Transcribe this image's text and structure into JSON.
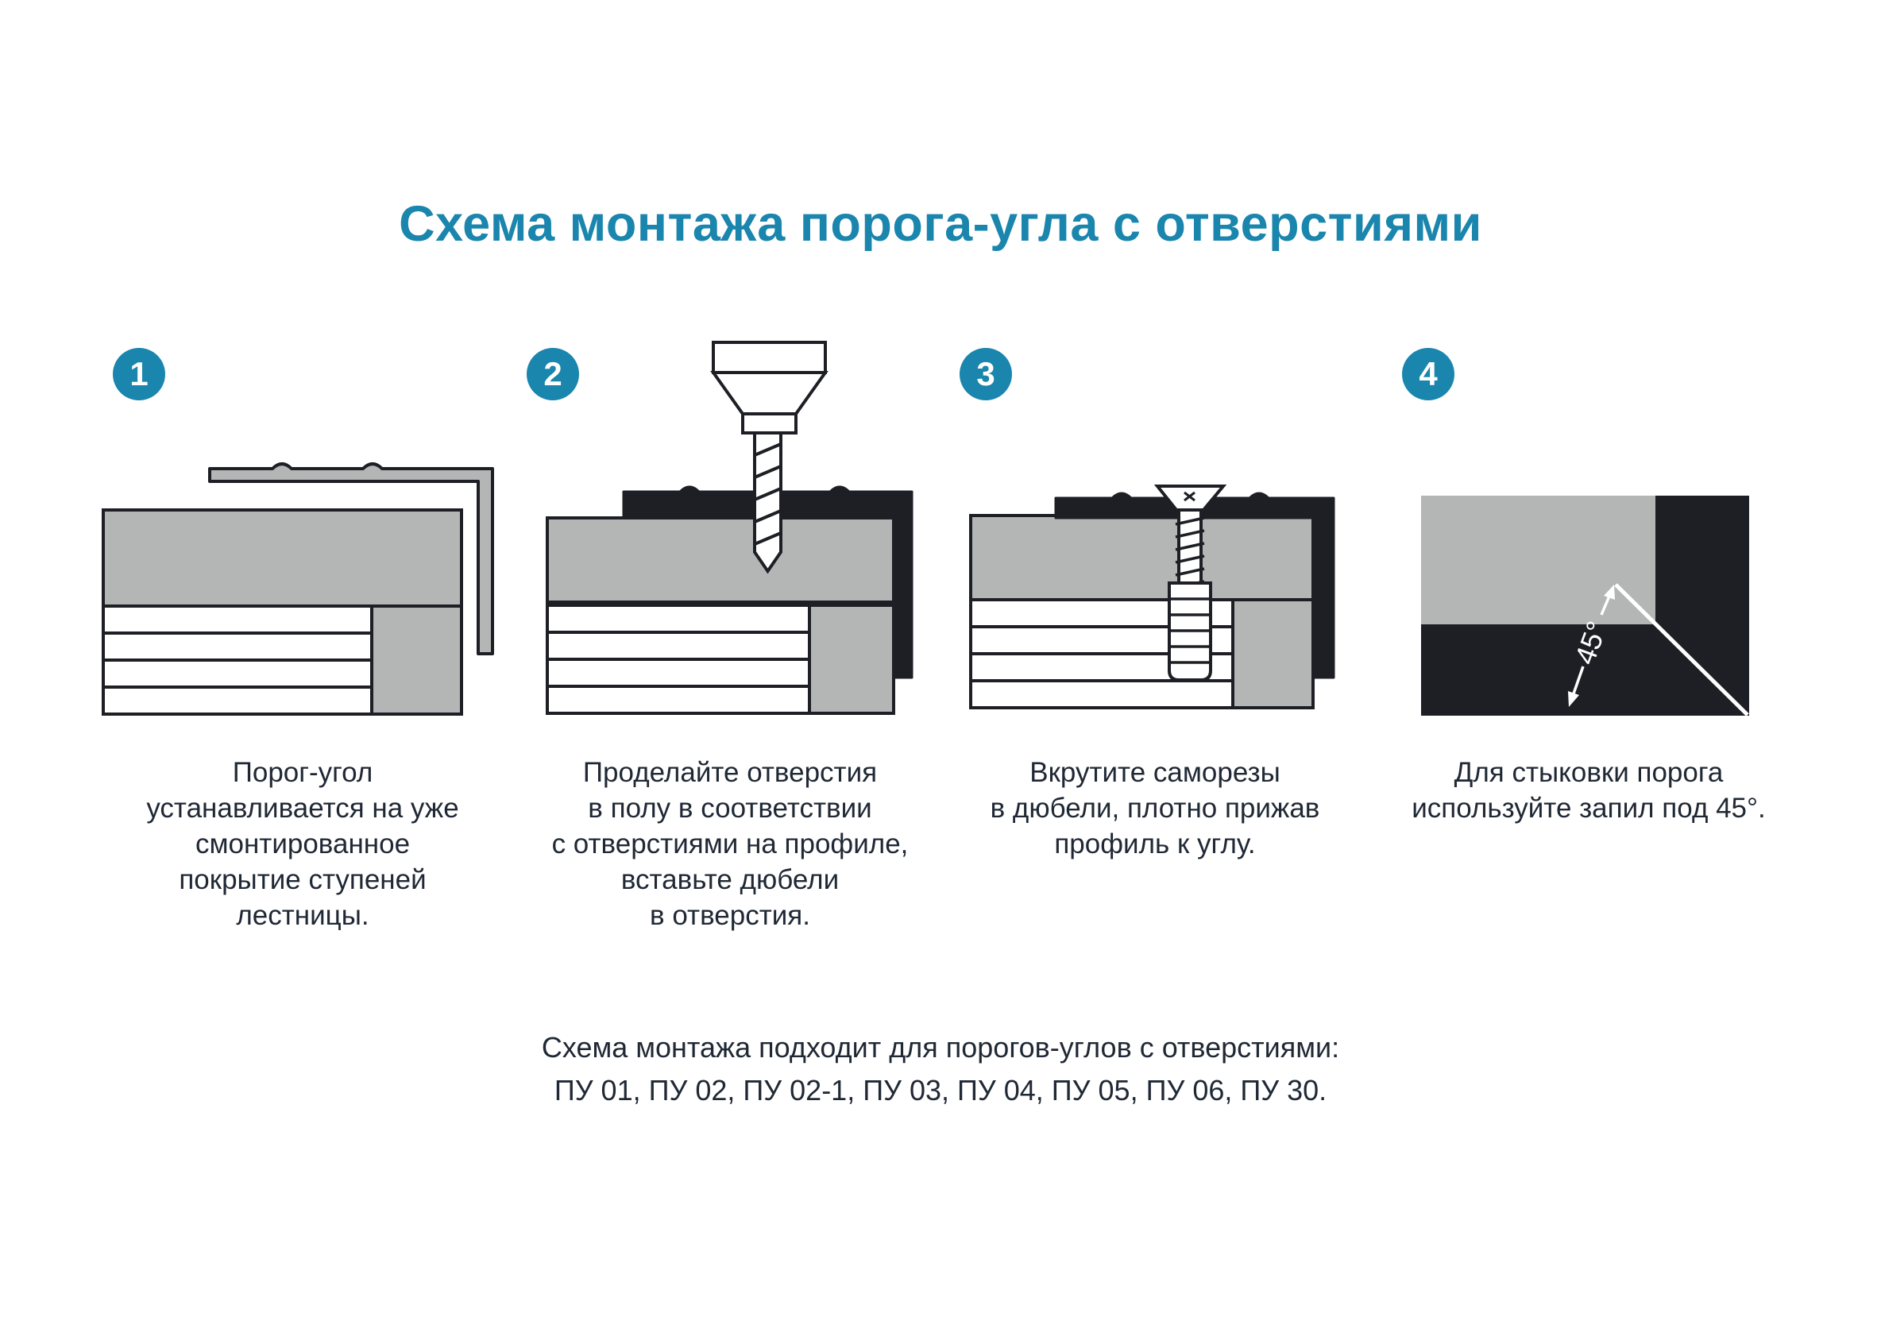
{
  "title": "Схема монтажа порога-угла с отверстиями",
  "steps": [
    {
      "number": "1",
      "caption": "Порог-угол\nустанавливается на уже\nсмонтированное\nпокрытие ступеней\nлестницы."
    },
    {
      "number": "2",
      "caption": "Проделайте отверстия\nв полу в соответствии\nс отверстиями на профиле,\nвставьте дюбели\nв отверстия."
    },
    {
      "number": "3",
      "caption": "Вкрутите саморезы\nв дюбели, плотно прижав\nпрофиль к углу."
    },
    {
      "number": "4",
      "caption": "Для стыковки порога\nиспользуйте запил под 45°."
    }
  ],
  "step4_angle_label": "45°",
  "footer_line1": "Схема монтажа подходит для порогов-углов с отверстиями:",
  "footer_line2": "ПУ 01, ПУ 02, ПУ 02-1, ПУ 03, ПУ 04, ПУ 05, ПУ 06, ПУ 30.",
  "colors": {
    "accent": "#1a85ad",
    "outline": "#1d1f24",
    "gray_fill": "#b4b6b6",
    "text": "#1f2834"
  }
}
